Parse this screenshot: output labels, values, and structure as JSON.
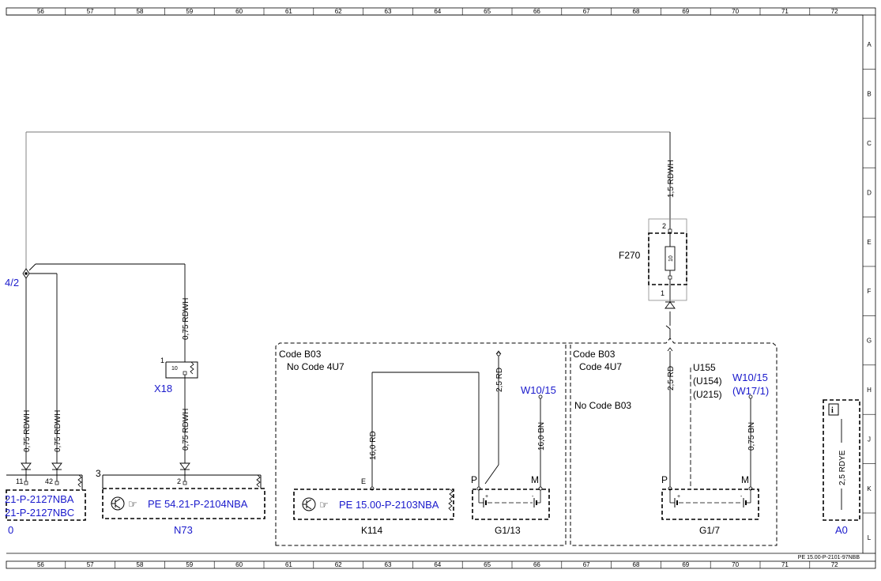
{
  "grid": {
    "columns": [
      "56",
      "57",
      "58",
      "59",
      "60",
      "61",
      "62",
      "63",
      "64",
      "65",
      "66",
      "67",
      "68",
      "69",
      "70",
      "71",
      "72"
    ],
    "rows": [
      "A",
      "B",
      "C",
      "D",
      "E",
      "F",
      "G",
      "H",
      "J",
      "K",
      "L"
    ]
  },
  "doc_ref": "PE 15.00-P-2101-97NBB",
  "components": {
    "left_node": "4/2",
    "left_ref_1": "21-P-2127NBA",
    "left_ref_2": "21-P-2127NBC",
    "left_comp": "0",
    "x18": "X18",
    "x18_pin": "1",
    "x18_fuse": "10",
    "n73": "N73",
    "n73_ref": "PE 54.21-P-2104NBA",
    "n73_pin_3": "3",
    "n73_pin_2": "2",
    "f270": "F270",
    "f270_rating": "10",
    "f270_pin_2": "2",
    "f270_pin_1": "1",
    "k114": "K114",
    "k114_ref": "PE 15.00-P-2103NBA",
    "k114_pin_e": "E",
    "g1_13": "G1/13",
    "g1_7": "G1/7",
    "pin_p": "P",
    "pin_m": "M",
    "a0": "A0",
    "plus": "+",
    "minus": "-",
    "pin_11": "11",
    "pin_42": "42",
    "info_icon": "i"
  },
  "wires": {
    "w_15_rdwh": "1,5 RDWH",
    "w_075_rdwh": "0,75 RDWH",
    "w_25_rd": "2,5 RD",
    "w_16_rd": "16,0 RD",
    "w_16_bn": "16,0 BN",
    "w_075_bn": "0,75 BN",
    "w_25_rdye": "2,5 RDYE"
  },
  "codes": {
    "b03": "Code B03",
    "no_4u7": "No  Code 4U7",
    "b03_b": "Code B03",
    "c4u7": "Code 4U7",
    "no_b03": "No  Code B03",
    "u155": "U155",
    "u154": "(U154)",
    "u215": "(U215)",
    "w10_15_a": "W10/15",
    "w10_15_b": "W10/15",
    "w17_1": "(W17/1)"
  }
}
